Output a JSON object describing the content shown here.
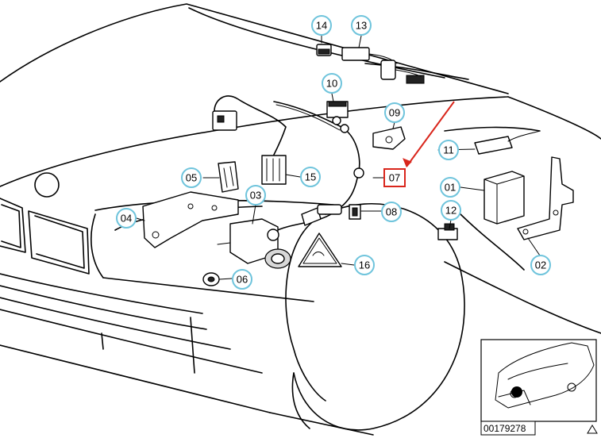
{
  "diagram": {
    "callouts": [
      {
        "id": "c01",
        "label": "01"
      },
      {
        "id": "c02",
        "label": "02"
      },
      {
        "id": "c03",
        "label": "03"
      },
      {
        "id": "c04",
        "label": "04"
      },
      {
        "id": "c05",
        "label": "05"
      },
      {
        "id": "c06",
        "label": "06"
      },
      {
        "id": "c08",
        "label": "08"
      },
      {
        "id": "c09",
        "label": "09"
      },
      {
        "id": "c10",
        "label": "10"
      },
      {
        "id": "c11",
        "label": "11"
      },
      {
        "id": "c12",
        "label": "12"
      },
      {
        "id": "c13",
        "label": "13"
      },
      {
        "id": "c14",
        "label": "14"
      },
      {
        "id": "c15",
        "label": "15"
      },
      {
        "id": "c16",
        "label": "16"
      }
    ],
    "highlighted": {
      "label": "07",
      "color": "#d9261c"
    },
    "callout_color": "#6fc4dc",
    "reference_number": "00179278"
  }
}
